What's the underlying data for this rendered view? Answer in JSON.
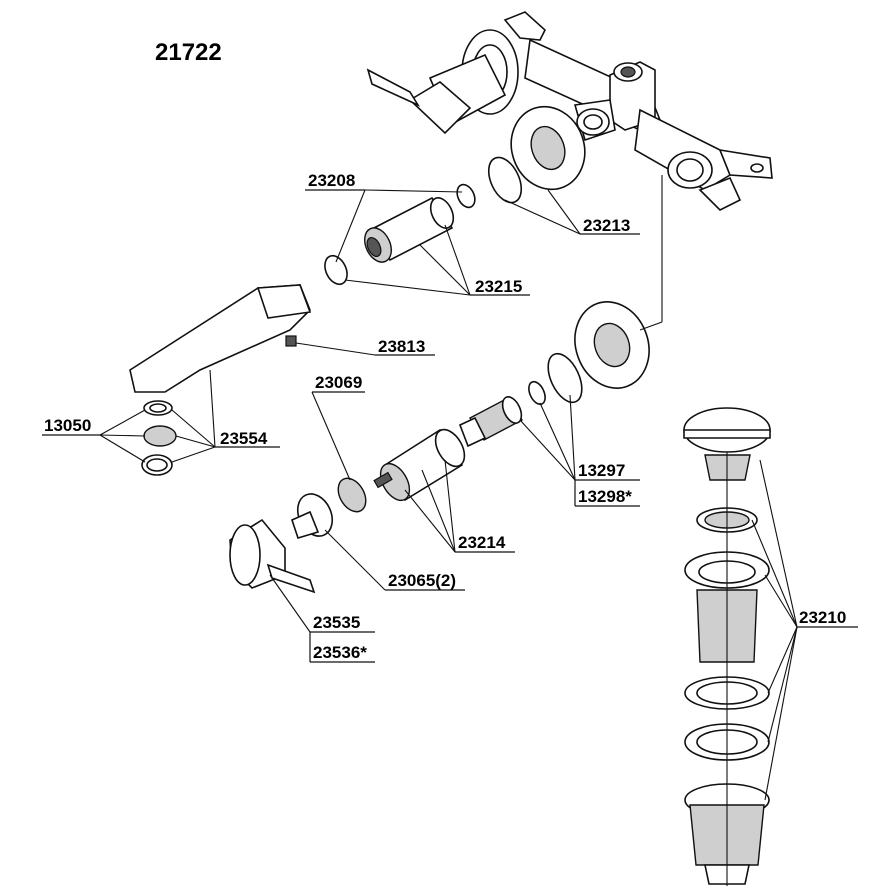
{
  "title": "21722",
  "labels": {
    "p23208": "23208",
    "p23213": "23213",
    "p23215": "23215",
    "p23813": "23813",
    "p23069": "23069",
    "p13050": "13050",
    "p23554": "23554",
    "p13297": "13297",
    "p13298": "13298*",
    "p23214": "23214",
    "p23065": "23065(2)",
    "p23535": "23535",
    "p23536": "23536*",
    "p23210": "23210"
  }
}
